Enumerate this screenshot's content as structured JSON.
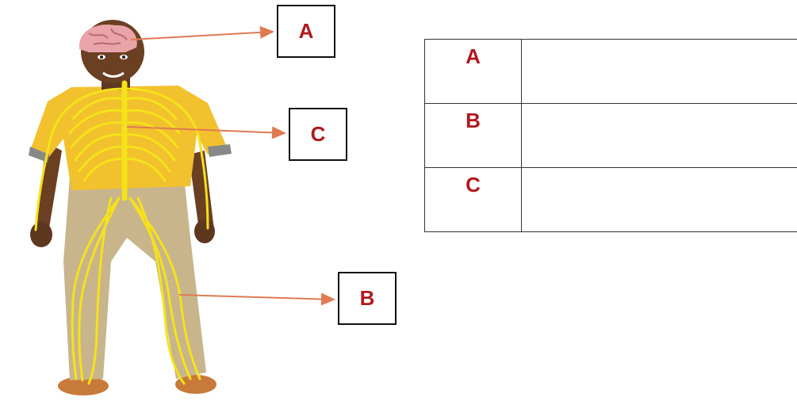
{
  "colors": {
    "label_text": "#b0191e",
    "arrow": "#e07a52",
    "nerve": "#f5e21a",
    "shirt": "#f2c12e",
    "pants": "#c8b58c",
    "brain": "#e8a4a8"
  },
  "labels": {
    "a": "A",
    "b": "B",
    "c": "C"
  },
  "table": {
    "rows": [
      {
        "key": "A",
        "answer": ""
      },
      {
        "key": "B",
        "answer": ""
      },
      {
        "key": "C",
        "answer": ""
      }
    ]
  }
}
